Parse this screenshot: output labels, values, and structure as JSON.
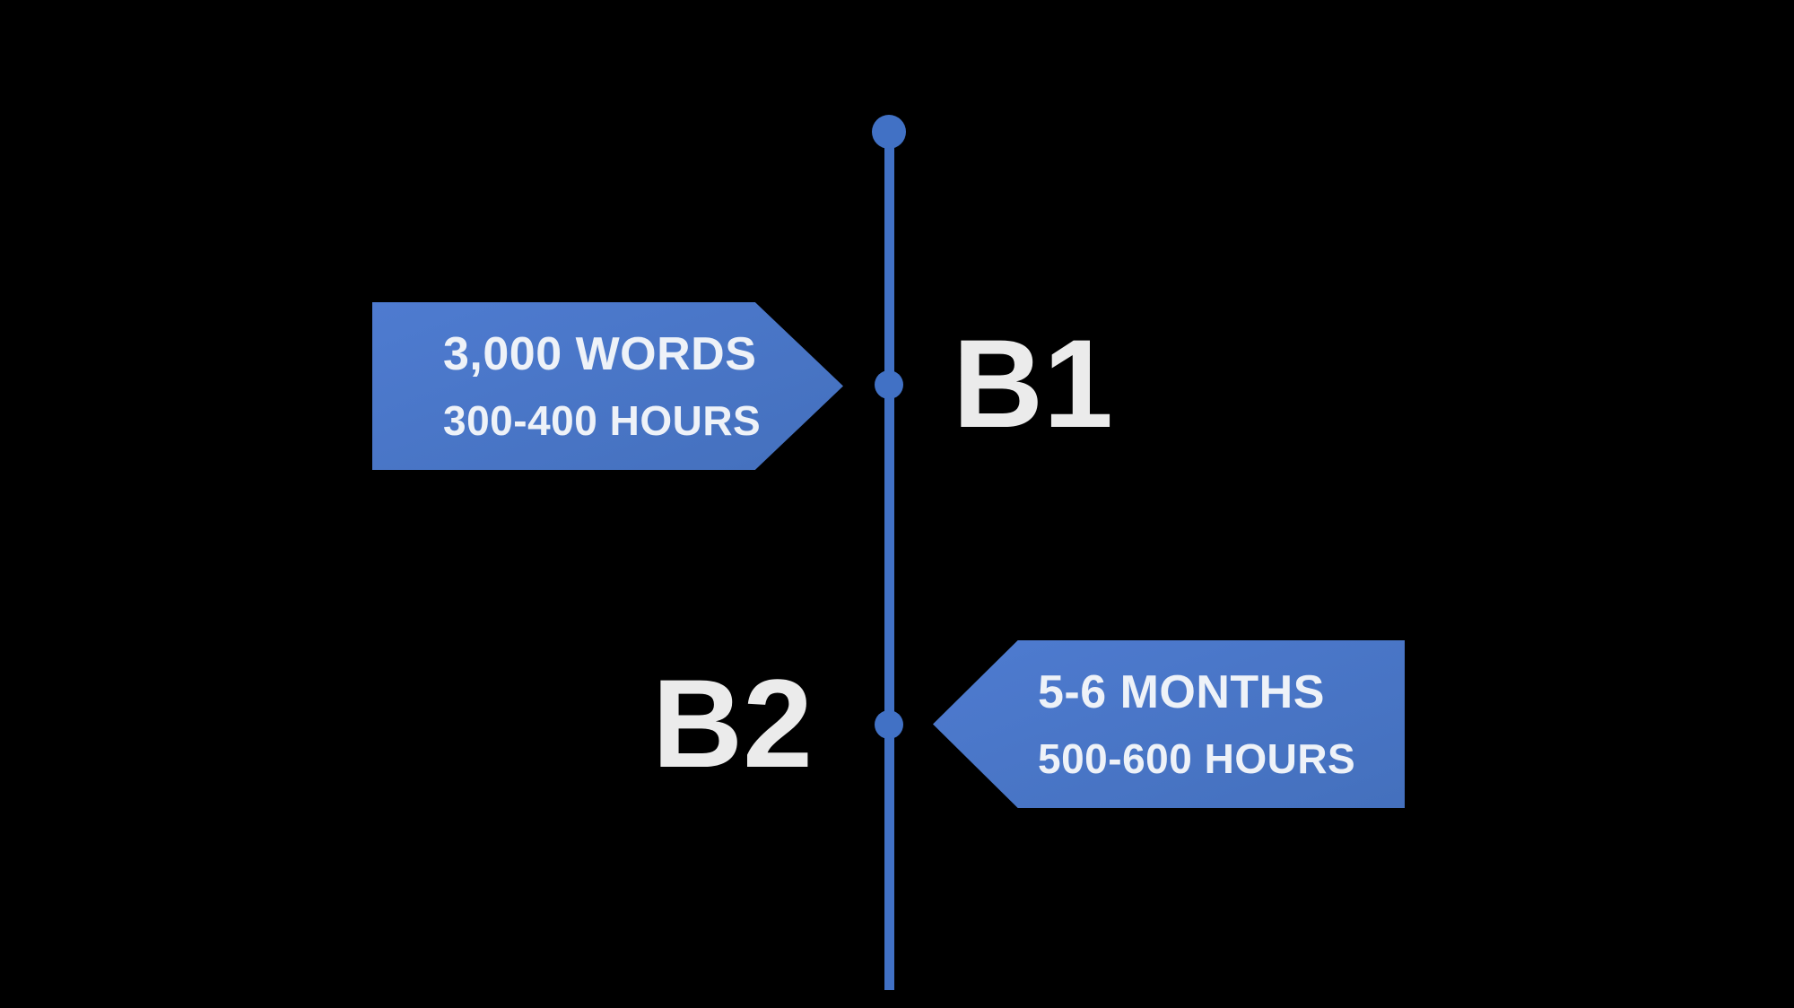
{
  "slide": {
    "colors": {
      "background": "#000000",
      "banner_blue_top": "#4e7bd0",
      "banner_blue_bottom": "#4470bd",
      "line_blue": "#4171c5",
      "level_text": "#ebebeb",
      "banner_text": "#eef2f8"
    },
    "timeline": {
      "levels": [
        {
          "level": "B1",
          "banner_side": "left",
          "banner_line1": "3,000 WORDS",
          "banner_line2": "300-400 HOURS"
        },
        {
          "level": "B2",
          "banner_side": "right",
          "banner_line1": "5-6 MONTHS",
          "banner_line2": "500-600 HOURS"
        }
      ]
    }
  }
}
